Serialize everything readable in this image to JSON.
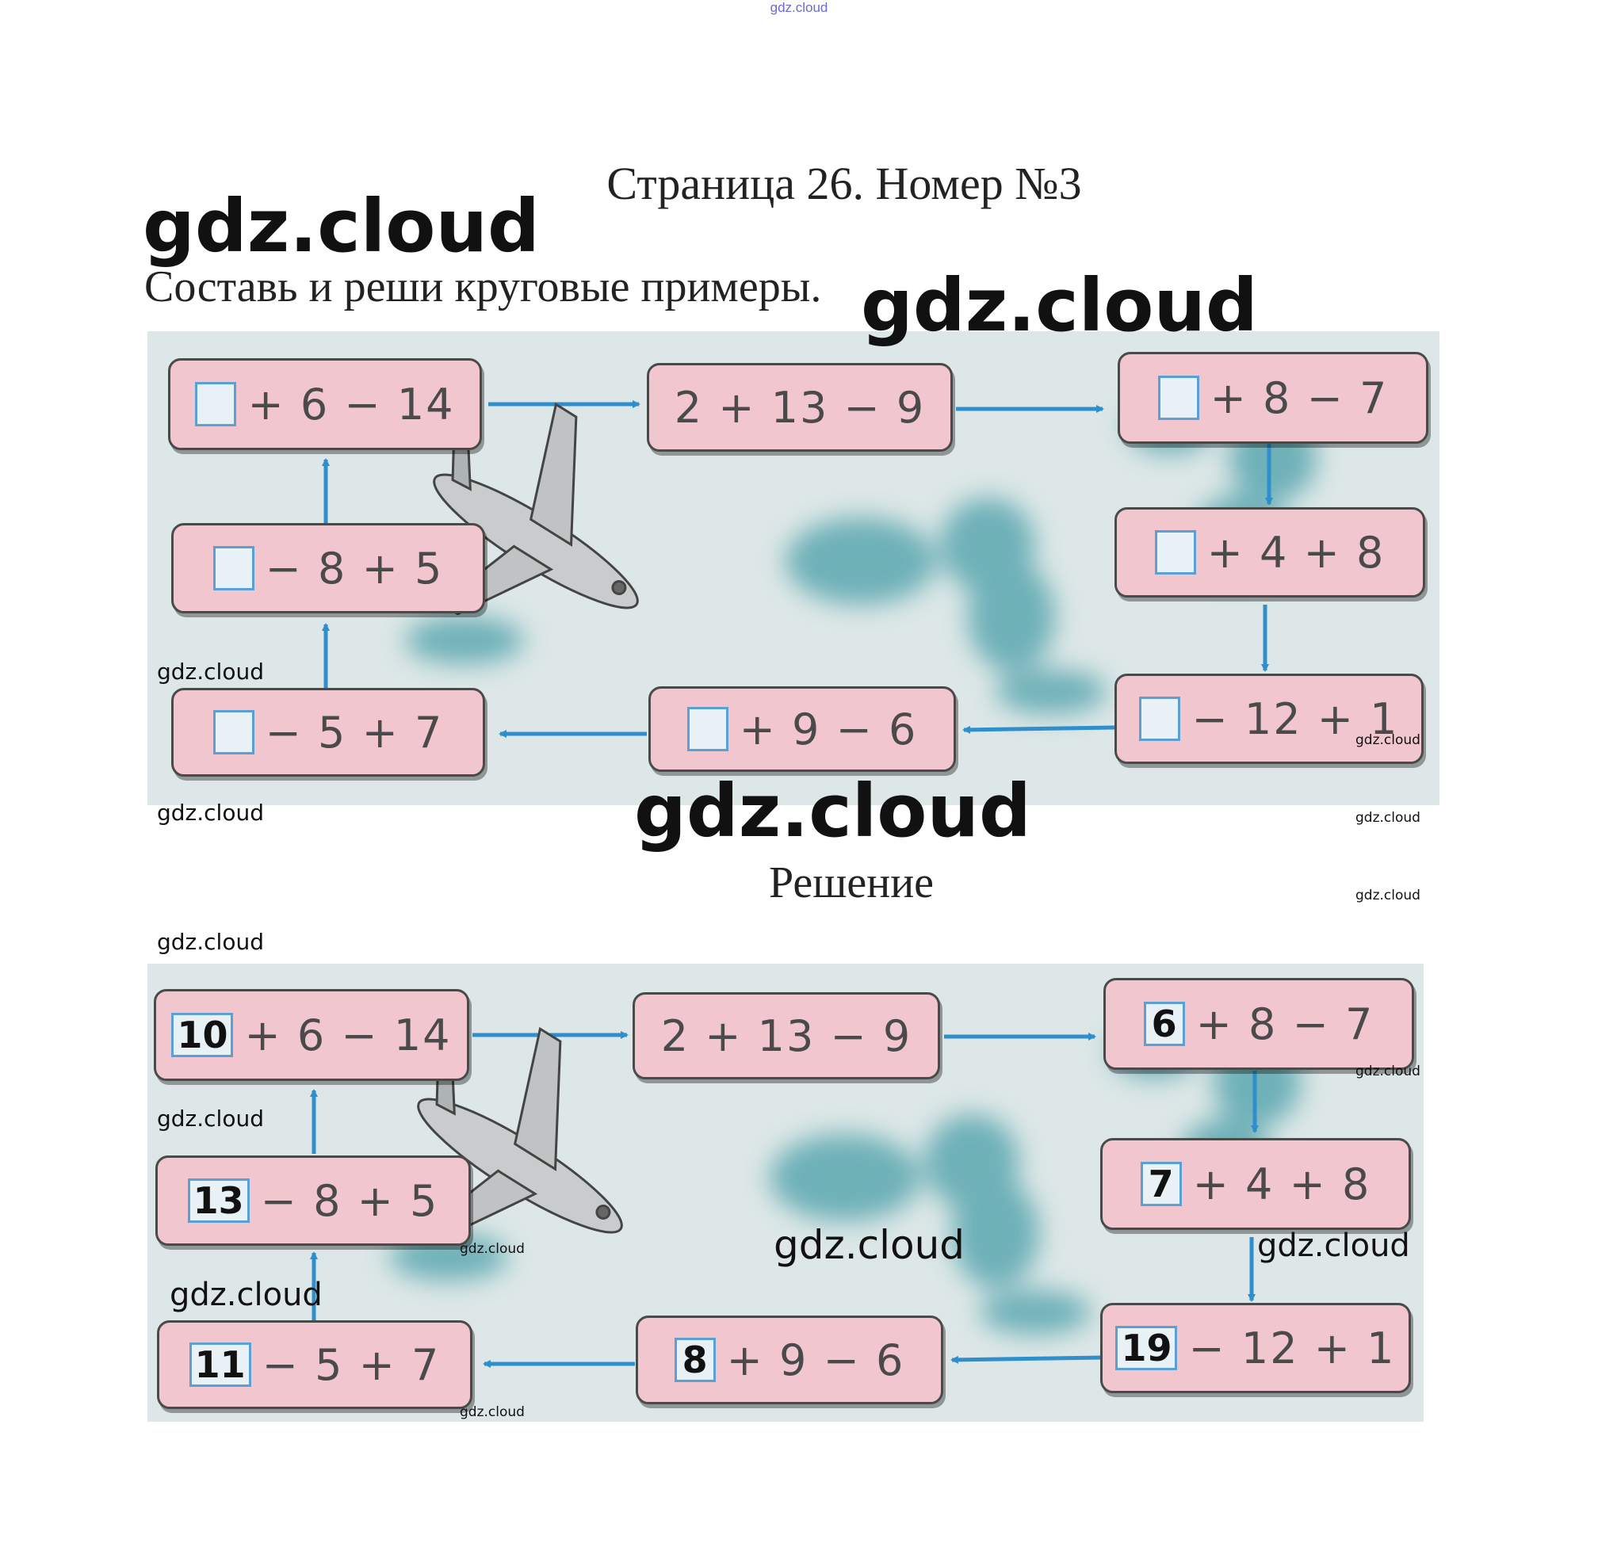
{
  "watermark": "gdz.cloud",
  "header": {
    "page_title": "Страница 26. Номер №3",
    "task": "Составь и реши круговые примеры.",
    "solution_title": "Решение"
  },
  "task_panel": {
    "examples": [
      {
        "slot": "",
        "expr": "+ 6 − 14"
      },
      {
        "slot": null,
        "expr": "2 + 13 − 9"
      },
      {
        "slot": "",
        "expr": "+ 8 − 7"
      },
      {
        "slot": "",
        "expr": "+ 4 + 8"
      },
      {
        "slot": "",
        "expr": "− 12 + 1"
      },
      {
        "slot": "",
        "expr": "+ 9 − 6"
      },
      {
        "slot": "",
        "expr": "− 5 + 7"
      },
      {
        "slot": "",
        "expr": "− 8 + 5"
      }
    ]
  },
  "solution_panel": {
    "examples": [
      {
        "slot": "10",
        "expr": "+ 6 − 14"
      },
      {
        "slot": null,
        "expr": "2 + 13 − 9"
      },
      {
        "slot": "6",
        "expr": "+ 8 − 7"
      },
      {
        "slot": "7",
        "expr": "+ 4 + 8"
      },
      {
        "slot": "19",
        "expr": "− 12 + 1"
      },
      {
        "slot": "8",
        "expr": "+ 9 − 6"
      },
      {
        "slot": "11",
        "expr": "− 5 + 7"
      },
      {
        "slot": "13",
        "expr": "− 8 + 5"
      }
    ]
  },
  "icons": [
    "airplane-icon",
    "cloud-icon",
    "arrow-icon"
  ],
  "colors": {
    "box_fill": "#f2c6cf",
    "arrow": "#2f8fcc",
    "slot_border": "#5aa0d4",
    "panel_bg": "#dde7e7"
  }
}
